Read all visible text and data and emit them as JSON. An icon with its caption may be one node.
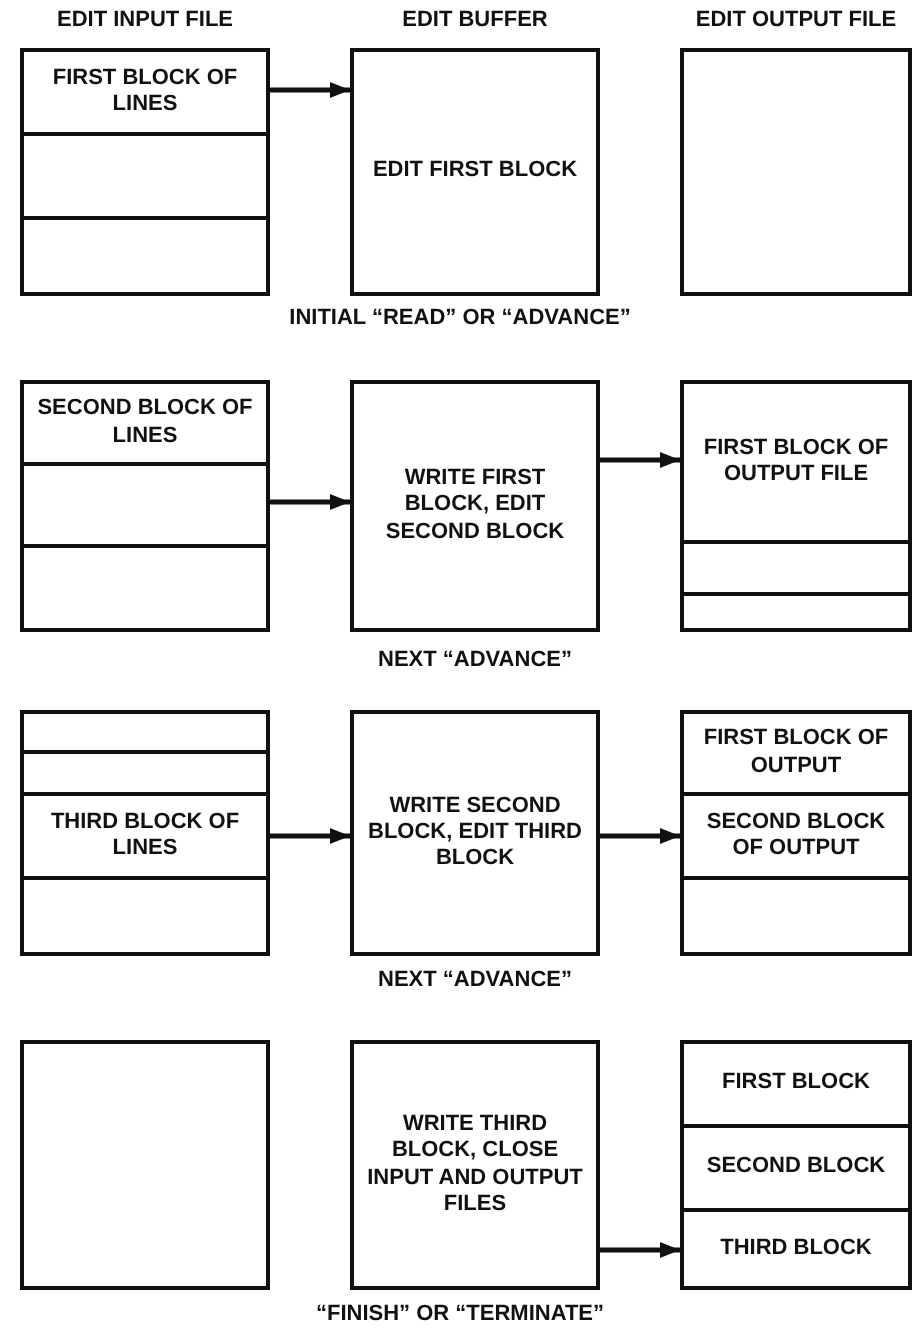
{
  "diagram": {
    "nodes": [
      {
        "text": [],
        "shape": "box"
      },
      {
        "text": [
          "FIRST BLOCK OF LINES"
        ],
        "in": 0
      },
      {
        "text": [],
        "shape": "box",
        "in": 0
      },
      {
        "text": [],
        "shape": "box",
        "in": 0
      },
      {
        "text": [
          "EDIT FIRST BLOCK"
        ]
      },
      {
        "text": [],
        "shape": "box"
      },
      {
        "text": [],
        "shape": "box"
      },
      {
        "text": [
          "SECOND BLOCK OF LINES"
        ],
        "in": 6
      },
      {
        "text": [],
        "shape": "box",
        "in": 6
      },
      {
        "text": [],
        "shape": "box",
        "in": 6
      },
      {
        "text": [
          "WRITE FIRST BLOCK, EDIT SECOND BLOCK"
        ]
      },
      {
        "text": [],
        "shape": "box"
      },
      {
        "text": [
          "FIRST BLOCK OF OUTPUT FILE"
        ],
        "in": 11
      },
      {
        "text": [],
        "shape": "box",
        "in": 11
      },
      {
        "text": [],
        "shape": "box",
        "in": 11
      },
      {
        "text": [],
        "shape": "box"
      },
      {
        "text": [],
        "shape": "box",
        "in": 15
      },
      {
        "text": [],
        "shape": "box",
        "in": 15
      },
      {
        "text": [
          "THIRD BLOCK OF LINES"
        ],
        "in": 15
      },
      {
        "text": [],
        "shape": "box",
        "in": 15
      },
      {
        "text": [
          "WRITE SECOND BLOCK, EDIT THIRD BLOCK"
        ]
      },
      {
        "text": [],
        "shape": "box"
      },
      {
        "text": [
          "FIRST BLOCK OF OUTPUT"
        ],
        "in": 21
      },
      {
        "text": [
          "SECOND BLOCK OF OUTPUT"
        ],
        "in": 21
      },
      {
        "text": [],
        "shape": "box",
        "in": 21
      },
      {
        "text": [],
        "shape": "box"
      },
      {
        "text": [
          "WRITE THIRD BLOCK, CLOSE INPUT AND OUTPUT FILES"
        ]
      },
      {
        "text": [],
        "shape": "box"
      },
      {
        "text": [
          "FIRST BLOCK"
        ],
        "in": 27
      },
      {
        "text": [
          "SECOND BLOCK"
        ],
        "in": 27
      },
      {
        "text": [
          "THIRD BLOCK"
        ],
        "in": 27
      }
    ],
    "edges": [
      {
        "from": 1,
        "to": 4,
        "arrow": "to"
      },
      {
        "from": 6,
        "to": 10,
        "arrow": "to"
      },
      {
        "from": 10,
        "to": 12,
        "arrow": "to"
      },
      {
        "from": 18,
        "to": 20,
        "arrow": "to"
      },
      {
        "from": 20,
        "to": 23,
        "arrow": "to"
      },
      {
        "from": 26,
        "to": 30,
        "arrow": "to"
      }
    ],
    "labels": [
      "EDIT INPUT FILE",
      "EDIT BUFFER",
      "EDIT OUTPUT FILE",
      "INITIAL “READ” OR “ADVANCE”",
      "NEXT “ADVANCE”",
      "NEXT “ADVANCE”",
      "“FINISH” OR “TERMINATE”"
    ]
  }
}
